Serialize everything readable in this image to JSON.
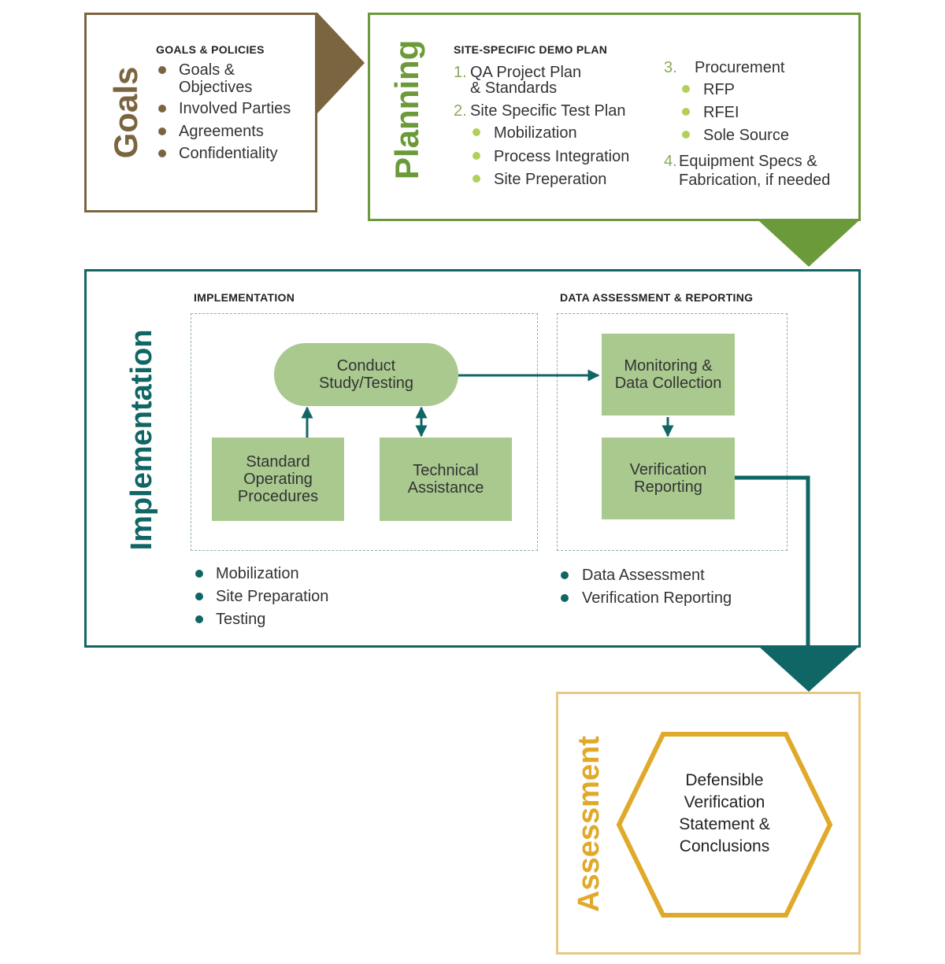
{
  "goals": {
    "side_title": "Goals",
    "heading": "GOALS & POLICIES",
    "items": [
      "Goals &",
      "Objectives",
      "Involved Parties",
      "Agreements",
      "Confidentiality"
    ]
  },
  "planning": {
    "side_title": "Planning",
    "heading": "SITE-SPECIFIC DEMO PLAN",
    "n1": "1.",
    "item1a": "QA Project Plan",
    "item1b": "& Standards",
    "n2": "2.",
    "item2": "Site Specific Test Plan",
    "sub2": [
      "Mobilization",
      "Process Integration",
      "Site Preperation"
    ],
    "n3": "3.",
    "item3": "Procurement",
    "sub3": [
      "RFP",
      "RFEI",
      "Sole Source"
    ],
    "n4": "4.",
    "item4a": "Equipment Specs &",
    "item4b": "Fabrication, if needed"
  },
  "implementation": {
    "side_title": "Implementation",
    "heading_impl": "IMPLEMENTATION",
    "heading_data": "DATA ASSESSMENT & REPORTING",
    "conduct": "Conduct Study/Testing",
    "sop": "Standard Operating Procedures",
    "tech": "Technical Assistance",
    "monitor": "Monitoring & Data Collection",
    "verif": "Verification Reporting",
    "list_left": [
      "Mobilization",
      "Site Preparation",
      "Testing"
    ],
    "list_right": [
      "Data Assessment",
      "Verification Reporting"
    ]
  },
  "assessment": {
    "side_title": "Assessment",
    "hex_text": "Defensible Verification Statement & Conclusions"
  },
  "colors": {
    "goals": "#7b6540",
    "planning": "#6b9a3a",
    "planning_dot": "#b3cf5a",
    "implementation": "#0f6665",
    "box_fill": "#a9c98f",
    "assessment": "#e0a92a"
  }
}
